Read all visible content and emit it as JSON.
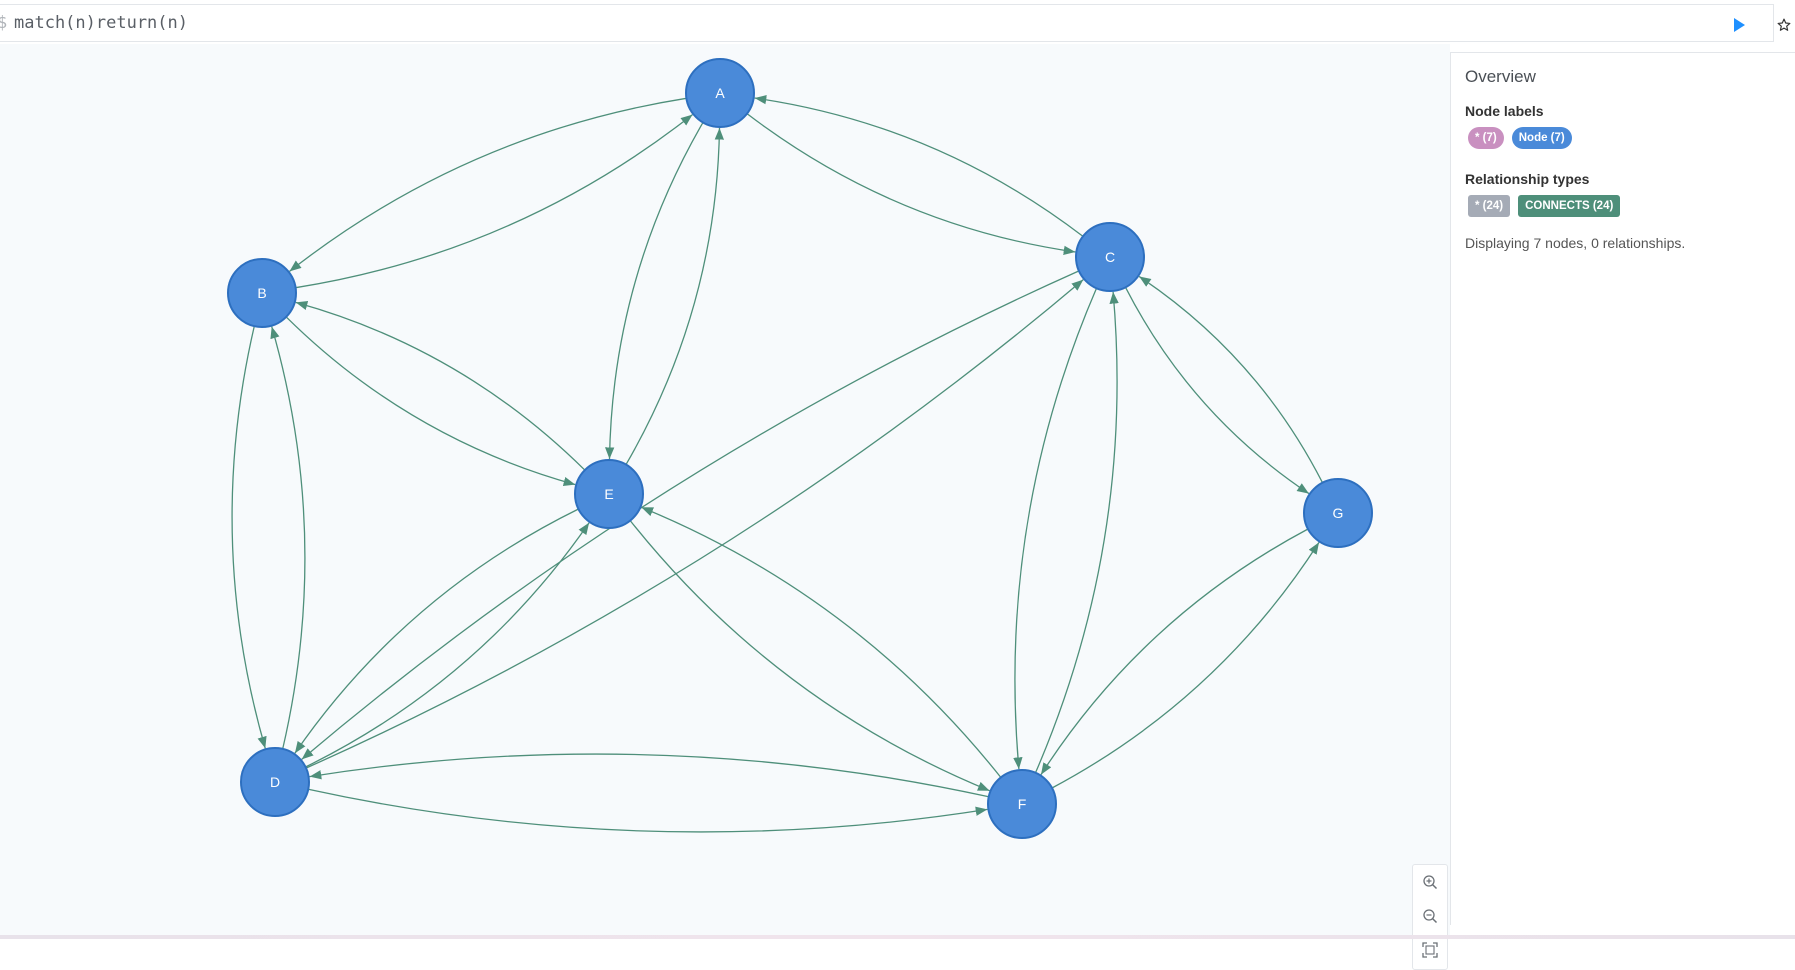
{
  "query": {
    "prompt": "$",
    "value": "match(n)return(n)",
    "run_icon": "play-icon",
    "favorite_icon": "star-icon"
  },
  "colors": {
    "node_fill": "#4a8ad9",
    "node_stroke": "#2d6fbf",
    "edge": "#4e8f7a",
    "canvas_bg": "#f7fafc",
    "run_button": "#1e90ff"
  },
  "graph": {
    "nodes": [
      {
        "id": "A",
        "label": "A"
      },
      {
        "id": "B",
        "label": "B"
      },
      {
        "id": "C",
        "label": "C"
      },
      {
        "id": "D",
        "label": "D"
      },
      {
        "id": "E",
        "label": "E"
      },
      {
        "id": "F",
        "label": "F"
      },
      {
        "id": "G",
        "label": "G"
      }
    ],
    "edges": [
      {
        "from": "A",
        "to": "B"
      },
      {
        "from": "B",
        "to": "A"
      },
      {
        "from": "A",
        "to": "C"
      },
      {
        "from": "C",
        "to": "A"
      },
      {
        "from": "A",
        "to": "E"
      },
      {
        "from": "E",
        "to": "A"
      },
      {
        "from": "B",
        "to": "D"
      },
      {
        "from": "D",
        "to": "B"
      },
      {
        "from": "B",
        "to": "E"
      },
      {
        "from": "E",
        "to": "B"
      },
      {
        "from": "C",
        "to": "D"
      },
      {
        "from": "D",
        "to": "C"
      },
      {
        "from": "C",
        "to": "F"
      },
      {
        "from": "F",
        "to": "C"
      },
      {
        "from": "C",
        "to": "G"
      },
      {
        "from": "G",
        "to": "C"
      },
      {
        "from": "D",
        "to": "E"
      },
      {
        "from": "E",
        "to": "D"
      },
      {
        "from": "D",
        "to": "F"
      },
      {
        "from": "F",
        "to": "D"
      },
      {
        "from": "E",
        "to": "F"
      },
      {
        "from": "F",
        "to": "E"
      },
      {
        "from": "F",
        "to": "G"
      },
      {
        "from": "G",
        "to": "F"
      }
    ]
  },
  "zoom": {
    "zoom_in_icon": "zoom-in-icon",
    "zoom_out_icon": "zoom-out-icon",
    "fit_icon": "fit-screen-icon"
  },
  "overview": {
    "title": "Overview",
    "node_labels_title": "Node labels",
    "node_labels": [
      {
        "text": "* (7)",
        "color": "#c990c0"
      },
      {
        "text": "Node (7)",
        "color": "#4a8ad9"
      }
    ],
    "relationship_types_title": "Relationship types",
    "relationship_types": [
      {
        "text": "* (24)",
        "color": "#a5abb6"
      },
      {
        "text": "CONNECTS (24)",
        "color": "#4e8f7a"
      }
    ],
    "display_text": "Displaying 7 nodes, 0 relationships."
  }
}
